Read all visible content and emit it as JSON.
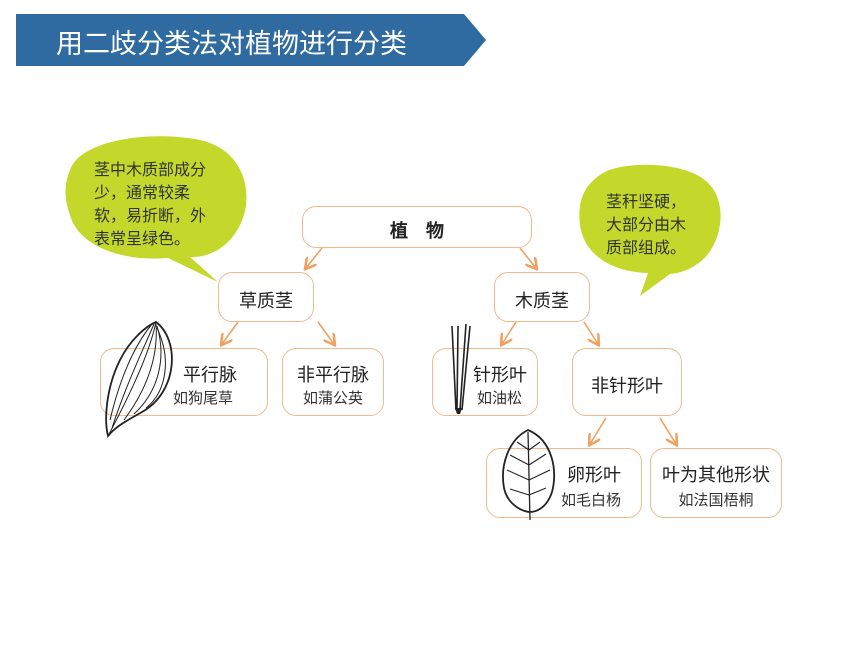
{
  "title": "用二歧分类法对植物进行分类",
  "colors": {
    "banner": "#2f6aa0",
    "box_border": "#f2b98a",
    "arrow": "#f0a060",
    "bubble": "#c3d82a"
  },
  "root": {
    "label": "植　物"
  },
  "left": {
    "label": "草质茎",
    "note_lines": [
      "茎中木质部成分",
      "少，通常较柔",
      "软，易折断，外",
      "表常呈绿色。"
    ],
    "children": [
      {
        "label": "平行脉",
        "example": "如狗尾草",
        "icon": "parallel-vein-leaf-icon"
      },
      {
        "label": "非平行脉",
        "example": "如蒲公英"
      }
    ]
  },
  "right": {
    "label": "木质茎",
    "note_lines": [
      "茎秆坚硬，",
      "大部分由木",
      "质部组成。"
    ],
    "children": [
      {
        "label": "针形叶",
        "example": "如油松",
        "icon": "pine-needle-icon"
      },
      {
        "label": "非针形叶",
        "children": [
          {
            "label": "卵形叶",
            "example": "如毛白杨",
            "icon": "ovate-leaf-icon"
          },
          {
            "label": "叶为其他形状",
            "example": "如法国梧桐"
          }
        ]
      }
    ]
  }
}
